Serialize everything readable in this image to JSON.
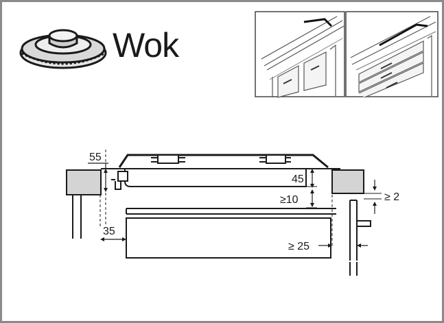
{
  "header": {
    "title": "Wok",
    "burner_icon": "wok-burner-icon"
  },
  "thumbnails": [
    {
      "name": "worktop-above-cabinet-doors",
      "icon": "cabinet-doors-icon"
    },
    {
      "name": "worktop-above-drawers",
      "icon": "drawers-icon"
    }
  ],
  "dimensions": {
    "d55": "55",
    "d45": "45",
    "d10": "≥10",
    "d2": "≥ 2",
    "d35": "35",
    "d25": "≥ 25"
  }
}
